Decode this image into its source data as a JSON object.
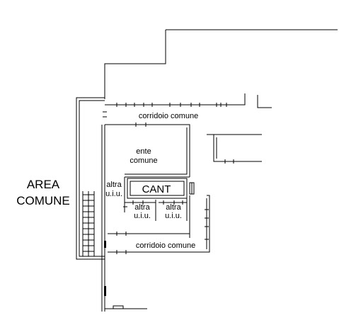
{
  "labels": {
    "area_comune_line1": "AREA",
    "area_comune_line2": "COMUNE",
    "corridoio_top": "corridoio comune",
    "corridoio_bottom": "corridoio comune",
    "ente_line1": "ente",
    "ente_line2": "comune",
    "cant": "CANT",
    "altra_left_line1": "altra",
    "altra_left_line2": "u.i.u.",
    "altra_mid_line1": "altra",
    "altra_mid_line2": "u.i.u.",
    "altra_right_line1": "altra",
    "altra_right_line2": "u.i.u."
  }
}
